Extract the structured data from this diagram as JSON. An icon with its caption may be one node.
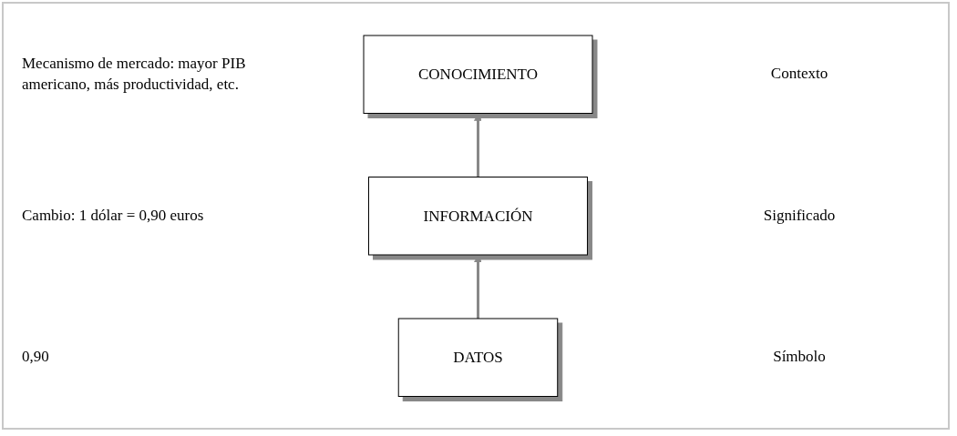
{
  "diagram": {
    "nodes": [
      {
        "text": [
          "CONOCIMIENTO"
        ]
      },
      {
        "text": [
          "INFORMACIÓN"
        ]
      },
      {
        "text": [
          "DATOS"
        ]
      }
    ],
    "edges": [
      {
        "from": 2,
        "to": 1,
        "arrow": "to"
      },
      {
        "from": 1,
        "to": 0,
        "arrow": "to"
      }
    ],
    "labels": [
      "Mecanismo de mercado: mayor PIB americano, más productividad, etc.",
      "Contexto",
      "Cambio: 1 dólar = 0,90 euros",
      "Significado",
      "0,90",
      "Símbolo"
    ]
  }
}
